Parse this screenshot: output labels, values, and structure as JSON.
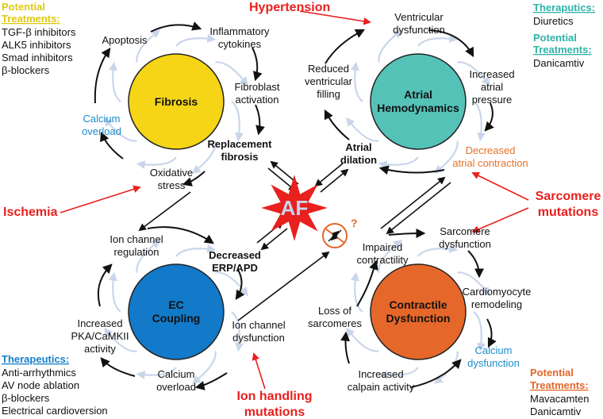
{
  "center": {
    "label": "AF",
    "question_mark": "?"
  },
  "hubs": {
    "fibrosis": "Fibrosis",
    "atrial": [
      "Atrial",
      "Hemodynamics"
    ],
    "ec": [
      "EC",
      "Coupling"
    ],
    "contractile": [
      "Contractile",
      "Dysfunction"
    ]
  },
  "fibrosis_cycle": {
    "apoptosis": "Apoptosis",
    "inflammatory": [
      "Inflammatory",
      "cytokines"
    ],
    "fibroblast": [
      "Fibroblast",
      "activation"
    ],
    "replacement": [
      "Replacement",
      "fibrosis"
    ],
    "oxidative": [
      "Oxidative",
      "stress"
    ],
    "calcium": [
      "Calcium",
      "overload"
    ]
  },
  "atrial_cycle": {
    "ventricular": [
      "Ventricular",
      "dysfunction"
    ],
    "increased_pressure": [
      "Increased",
      "atrial",
      "pressure"
    ],
    "decreased_contraction": [
      "Decreased",
      "atrial contraction"
    ],
    "dilation": [
      "Atrial",
      "dilation"
    ],
    "reduced_filling": [
      "Reduced",
      "ventricular",
      "filling"
    ]
  },
  "ec_cycle": {
    "ion_regulation": [
      "Ion channel",
      "regulation"
    ],
    "erp": [
      "Decreased",
      "ERP/APD"
    ],
    "ion_dysfunction": [
      "Ion channel",
      "dysfunction"
    ],
    "calcium": [
      "Calcium",
      "overload"
    ],
    "pka": [
      "Increased",
      "PKA/CaMKII",
      "activity"
    ]
  },
  "contractile_cycle": {
    "sarcomere_dys": [
      "Sarcomere",
      "dysfunction"
    ],
    "cardiomyocyte": [
      "Cardiomyocyte",
      "remodeling"
    ],
    "calcium": [
      "Calcium",
      "dysfunction"
    ],
    "calpain": [
      "Increased",
      "calpain activity"
    ],
    "loss": [
      "Loss of",
      "sarcomeres"
    ],
    "impaired": [
      "Impaired",
      "contractility"
    ]
  },
  "triggers": {
    "hypertension": "Hypertension",
    "ischemia": "Ischemia",
    "sarcomere": [
      "Sarcomere",
      "mutations"
    ],
    "ion_handling": [
      "Ion handling",
      "mutations"
    ]
  },
  "panels": {
    "top_left": {
      "title": [
        "Potential",
        "Treatments:"
      ],
      "items": [
        "TGF-β inhibitors",
        "ALK5 inhibitors",
        "Smad inhibitors",
        "β-blockers"
      ]
    },
    "top_right_1": {
      "title": [
        "Theraputics:"
      ],
      "items": [
        "Diuretics"
      ]
    },
    "top_right_2": {
      "title": [
        "Potential",
        "Treatments:"
      ],
      "items": [
        "Danicamtiv"
      ]
    },
    "bottom_left": {
      "title": [
        "Therapeutics:"
      ],
      "items": [
        "Anti-arrhythmics",
        "AV node ablation",
        "β-blockers",
        "Electrical cardioversion"
      ]
    },
    "bottom_right": {
      "title": [
        "Potential",
        "Treatments:"
      ],
      "items": [
        "Mavacamten",
        "Danicamtiv"
      ]
    }
  },
  "colors": {
    "fibrosis": "#f5d516",
    "atrial": "#55c2b8",
    "ec": "#1379c9",
    "contractile": "#e6672a",
    "af_star": "#e8201e",
    "trigger": "#e8201e",
    "panel_top_left": "#e0c90d",
    "panel_top_right": "#2fb3a8",
    "panel_bottom_left": "#1580c9",
    "panel_bottom_right": "#e3662a",
    "calcium_text": "#1b8ccd",
    "contraction_text": "#e7712a",
    "swirl": "#c9d6ea"
  }
}
